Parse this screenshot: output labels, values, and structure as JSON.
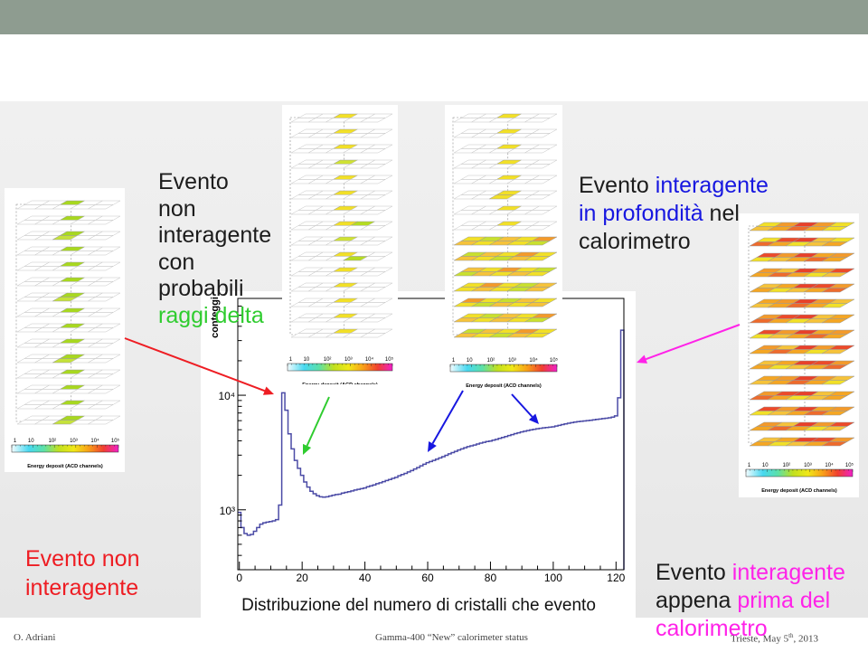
{
  "colors": {
    "top_bar": "#8e9c90",
    "histogram": "#4b4ba6",
    "text": "#1c1c1c",
    "red": "#ee1d23",
    "green": "#2fcc2f",
    "blue": "#1717e0",
    "magenta": "#ff22e8"
  },
  "annotations": {
    "delta_rays": {
      "l1": "Evento",
      "l2": "non",
      "l3": "interagente",
      "l4": "con",
      "l5": "probabili",
      "l6": "raggi delta"
    },
    "deep_interaction": {
      "l1a": "Evento ",
      "l1b": "interagente",
      "l2a": "in profondità",
      "l2b": " nel",
      "l3": "calorimetro"
    },
    "non_interacting": {
      "l1": "Evento non",
      "l2": "interagente"
    },
    "early_interaction": {
      "l1a": "Evento ",
      "l1b": "interagente",
      "l2a": "appena ",
      "l2b": "prima del",
      "l3": "calorimetro"
    }
  },
  "detector_images": [
    {
      "colorbar_ticks": [
        "1",
        "10",
        "10²",
        "10³",
        "10⁴",
        "10⁵"
      ],
      "colorbar_label": "Energy deposit (ACD channels)"
    },
    {
      "colorbar_ticks": [
        "1",
        "10",
        "10²",
        "10³",
        "10⁴",
        "10⁵"
      ],
      "colorbar_label": "Energy deposit (ACD channels)"
    },
    {
      "colorbar_ticks": [
        "1",
        "10",
        "10²",
        "10³",
        "10⁴",
        "10⁵"
      ],
      "colorbar_label": "Energy deposit (ACD channels)"
    },
    {
      "colorbar_ticks": [
        "1",
        "10",
        "10²",
        "10³",
        "10⁴",
        "10⁵"
      ],
      "colorbar_label": "Energy deposit (ACD channels)"
    }
  ],
  "chart_data": {
    "type": "line",
    "ylabel": "conteggi",
    "xlabel": "Distribuzione del numero di cristalli che evento",
    "xlim": [
      -0.5,
      122.5
    ],
    "ylim": [
      300,
      70000
    ],
    "y_scale": "log",
    "grid": false,
    "x_tick_values": [
      0,
      20,
      40,
      60,
      80,
      100,
      120
    ],
    "x_tick_labels": [
      "0",
      "20",
      "40",
      "60",
      "80",
      "100",
      "120"
    ],
    "y_tick_values": [
      1000,
      10000
    ],
    "y_tick_labels": [
      "10³",
      "10⁴"
    ],
    "x": [
      0,
      1,
      2,
      3,
      4,
      5,
      6,
      7,
      8,
      9,
      10,
      11,
      12,
      13,
      14,
      15,
      16,
      17,
      18,
      19,
      20,
      21,
      22,
      23,
      24,
      25,
      26,
      27,
      28,
      29,
      30,
      31,
      32,
      33,
      34,
      35,
      36,
      37,
      38,
      39,
      40,
      41,
      42,
      43,
      44,
      45,
      46,
      47,
      48,
      49,
      50,
      51,
      52,
      53,
      54,
      55,
      56,
      57,
      58,
      59,
      60,
      61,
      62,
      63,
      64,
      65,
      66,
      67,
      68,
      69,
      70,
      71,
      72,
      73,
      74,
      75,
      76,
      77,
      78,
      79,
      80,
      81,
      82,
      83,
      84,
      85,
      86,
      87,
      88,
      89,
      90,
      91,
      92,
      93,
      94,
      95,
      96,
      97,
      98,
      99,
      100,
      101,
      102,
      103,
      104,
      105,
      106,
      107,
      108,
      109,
      110,
      111,
      112,
      113,
      114,
      115,
      116,
      117,
      118,
      119,
      120,
      121,
      122
    ],
    "values": [
      950,
      700,
      620,
      600,
      610,
      650,
      700,
      750,
      770,
      780,
      790,
      800,
      820,
      1100,
      10500,
      7400,
      4600,
      3400,
      2700,
      2300,
      2000,
      1750,
      1580,
      1450,
      1380,
      1330,
      1300,
      1290,
      1300,
      1320,
      1340,
      1360,
      1370,
      1400,
      1420,
      1440,
      1460,
      1490,
      1510,
      1530,
      1550,
      1590,
      1620,
      1650,
      1690,
      1720,
      1760,
      1800,
      1840,
      1880,
      1920,
      1980,
      2030,
      2080,
      2140,
      2200,
      2270,
      2340,
      2420,
      2500,
      2580,
      2640,
      2700,
      2770,
      2840,
      2910,
      2990,
      3080,
      3160,
      3240,
      3330,
      3400,
      3480,
      3560,
      3620,
      3680,
      3750,
      3820,
      3880,
      3940,
      3980,
      4050,
      4120,
      4200,
      4280,
      4360,
      4450,
      4530,
      4620,
      4700,
      4780,
      4850,
      4920,
      4980,
      5040,
      5100,
      5150,
      5190,
      5230,
      5260,
      5300,
      5380,
      5460,
      5540,
      5620,
      5700,
      5770,
      5830,
      5880,
      5920,
      5960,
      6000,
      6050,
      6100,
      6150,
      6200,
      6250,
      6300,
      6350,
      6450,
      6600,
      9500,
      37000
    ]
  },
  "footer": {
    "author": "O. Adriani",
    "talk_title": "Gamma-400 “New” calorimeter status",
    "place_date": "Trieste, May 5",
    "place_date_sup": "th",
    "place_date_end": ", 2013"
  }
}
